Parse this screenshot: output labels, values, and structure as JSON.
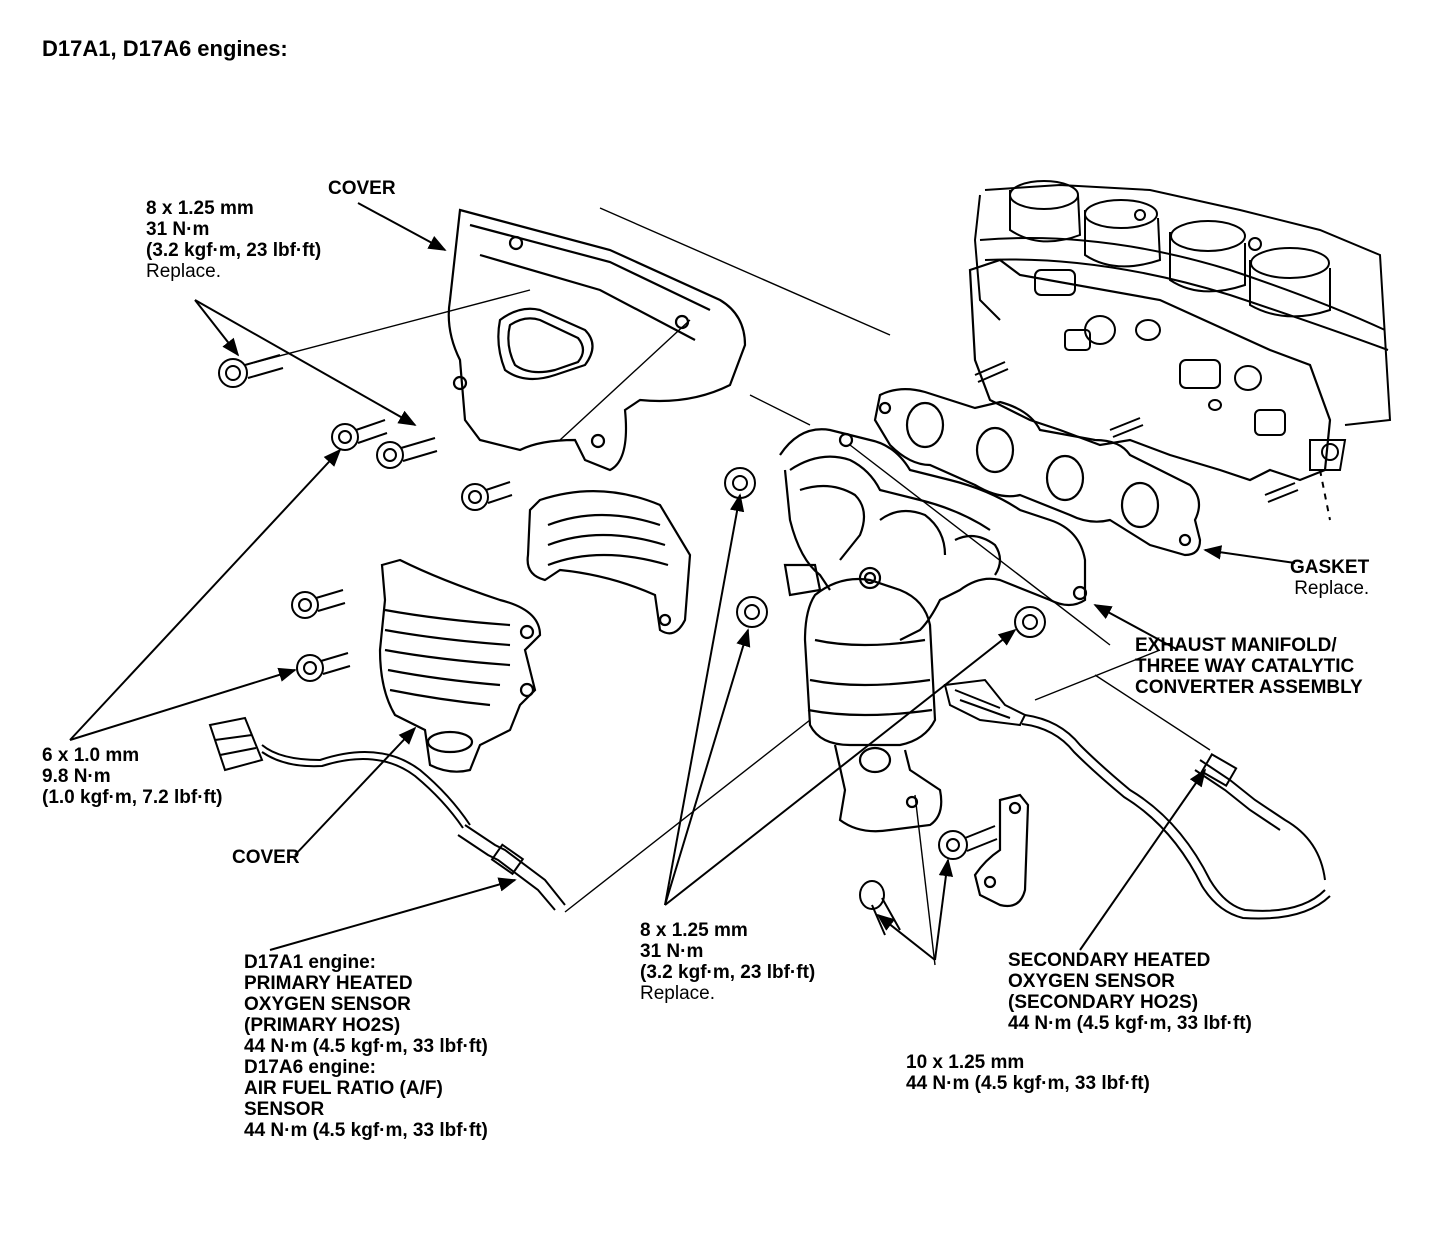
{
  "title": "D17A1, D17A6 engines:",
  "labels": {
    "top_bolt": {
      "size": "8 x 1.25 mm",
      "torque": "31 N·m",
      "torque_alt": "(3.2 kgf·m, 23 lbf·ft)",
      "note": "Replace."
    },
    "upper_cover": "COVER",
    "lower_cover": "COVER",
    "small_bolt": {
      "size": "6 x 1.0 mm",
      "torque": "9.8 N·m",
      "torque_alt": "(1.0 kgf·m, 7.2 lbf·ft)"
    },
    "primary_sensor": {
      "line1": "D17A1 engine:",
      "line2": "PRIMARY HEATED",
      "line3": "OXYGEN SENSOR",
      "line4": "(PRIMARY HO2S)",
      "line5": "44 N·m (4.5 kgf·m, 33 lbf·ft)",
      "line6": "D17A6 engine:",
      "line7": "AIR FUEL RATIO (A/F)",
      "line8": "SENSOR",
      "line9": "44 N·m (4.5 kgf·m, 33 lbf·ft)"
    },
    "nut": {
      "size": "8 x 1.25 mm",
      "torque": "31 N·m",
      "torque_alt": "(3.2 kgf·m, 23 lbf·ft)",
      "note": "Replace."
    },
    "bracket_bolt": {
      "size": "10 x 1.25 mm",
      "torque": "44 N·m (4.5 kgf·m, 33 lbf·ft)"
    },
    "gasket": {
      "name": "GASKET",
      "note": "Replace."
    },
    "manifold": {
      "line1": "EXHAUST MANIFOLD/",
      "line2": "THREE WAY CATALYTIC",
      "line3": "CONVERTER ASSEMBLY"
    },
    "secondary_sensor": {
      "line1": "SECONDARY HEATED",
      "line2": "OXYGEN SENSOR",
      "line3": "(SECONDARY HO2S)",
      "line4": "44 N·m (4.5 kgf·m, 33 lbf·ft)"
    }
  }
}
